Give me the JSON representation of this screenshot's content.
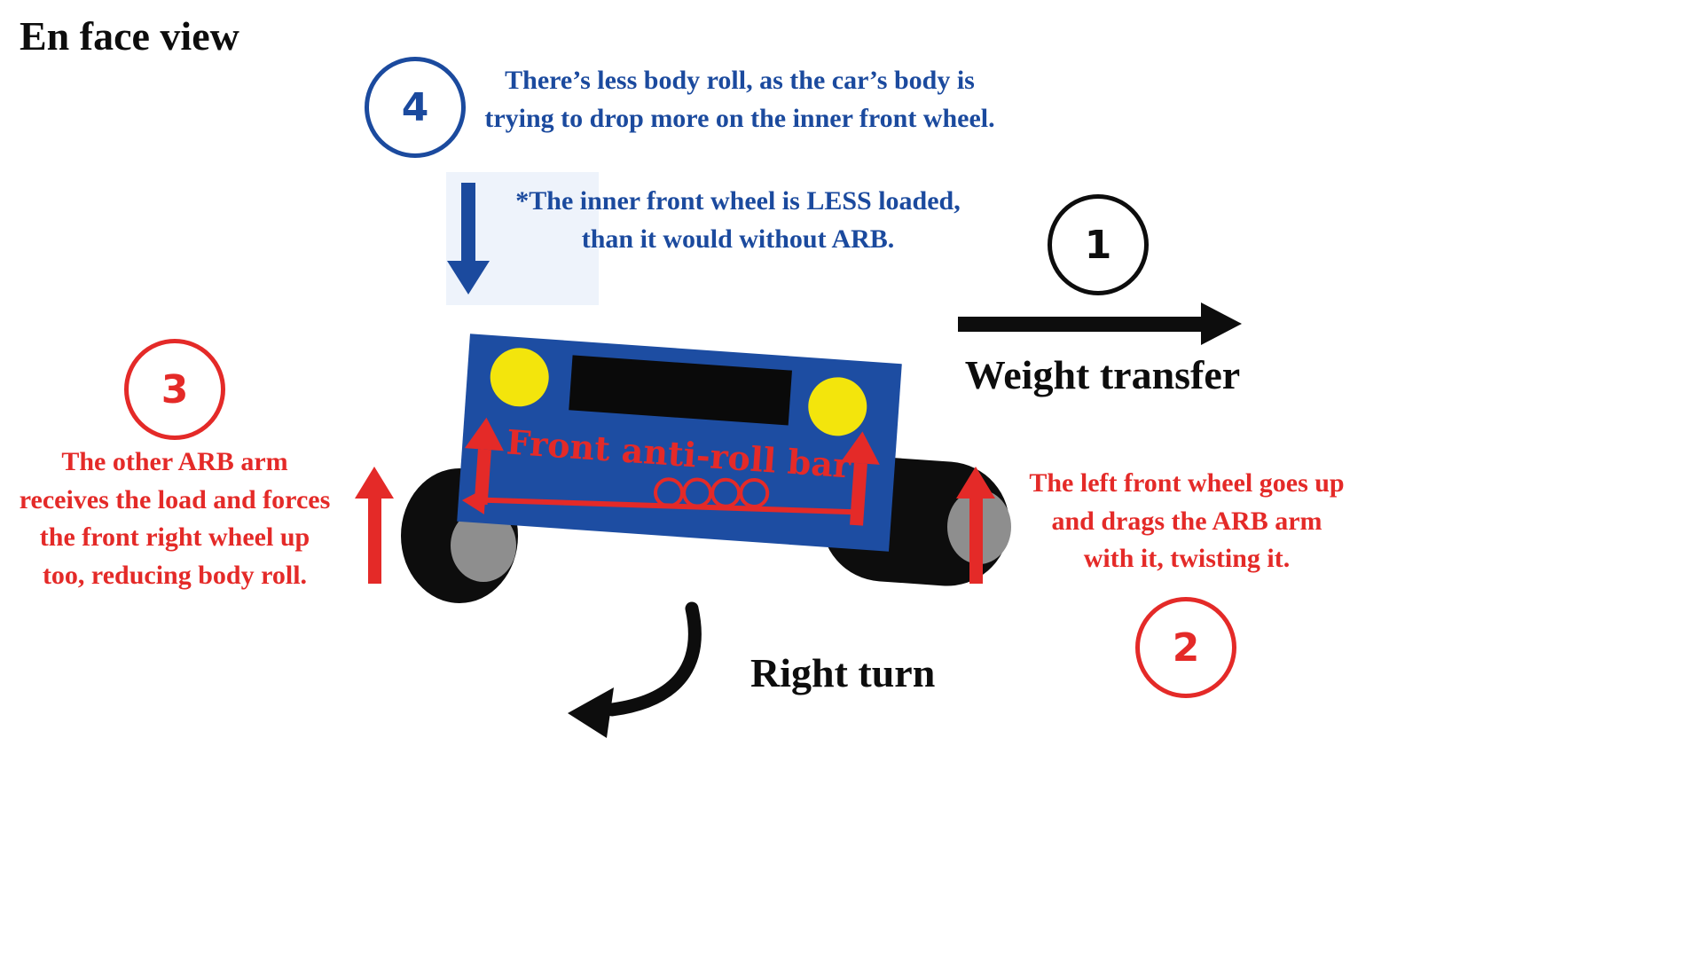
{
  "title": "En face view",
  "colors": {
    "blue": "#1b4a9e",
    "red": "#e42a28",
    "car_blue": "#1d4da2",
    "headlight_yellow": "#f3e50c",
    "wheel_black": "#0d0d0d",
    "hub_gray": "#8e8e8e"
  },
  "annotations": {
    "step1": {
      "number": "1",
      "label": "Weight transfer"
    },
    "step2": {
      "number": "2",
      "text": "The left front wheel goes up and drags the ARB arm with it, twisting it."
    },
    "step3": {
      "number": "3",
      "text": "The other ARB arm receives the load and forces the front right wheel up too, reducing body roll."
    },
    "step4": {
      "number": "4",
      "text": "There’s less body roll, as the car’s body is trying to drop more on the inner front wheel.",
      "note": "*The inner front wheel is LESS loaded, than it would without ARB."
    }
  },
  "car": {
    "label": "Front anti-roll bar"
  },
  "turn": {
    "label": "Right turn"
  }
}
